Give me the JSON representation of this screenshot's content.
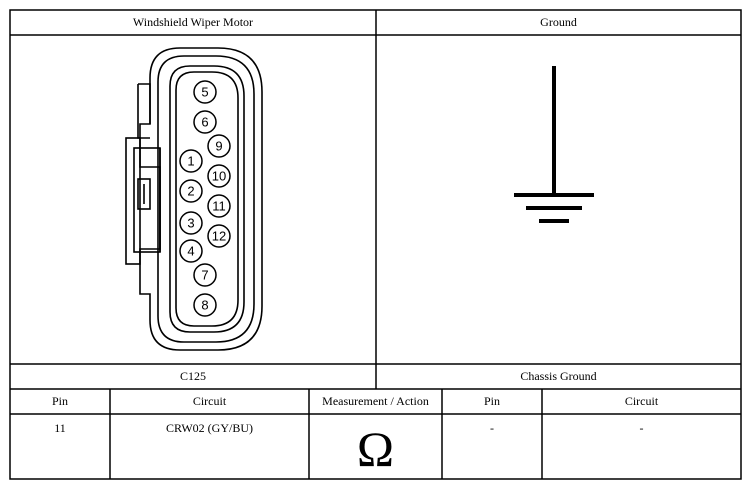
{
  "connector_panel": {
    "title": "Windshield Wiper Motor",
    "connector_id": "C125",
    "pin_numbers": [
      "1",
      "2",
      "3",
      "4",
      "5",
      "6",
      "7",
      "8",
      "9",
      "10",
      "11",
      "12"
    ]
  },
  "ground_panel": {
    "title": "Ground",
    "caption": "Chassis Ground"
  },
  "table": {
    "headers": [
      "Pin",
      "Circuit",
      "Measurement / Action",
      "Pin",
      "Circuit"
    ],
    "rows": [
      {
        "pin_a": "11",
        "circuit_a": "CRW02 (GY/BU)",
        "measurement": "Ω",
        "pin_b": "-",
        "circuit_b": "-"
      }
    ]
  }
}
